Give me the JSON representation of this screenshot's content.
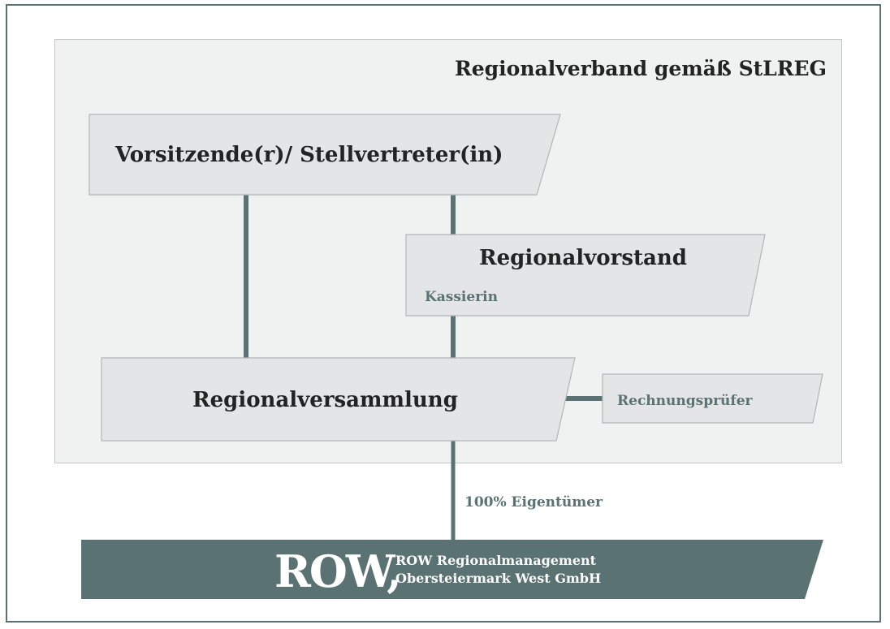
{
  "diagram": {
    "region_title": "Regionalverband gemäß StLREG",
    "nodes": {
      "vorsitzende": "Vorsitzende(r)/ Stellvertreter(in)",
      "vorstand": "Regionalvorstand",
      "kassierin": "Kassierin",
      "versammlung": "Regionalversammlung",
      "pruefer": "Rechnungsprüfer"
    },
    "ownership_label": "100% Eigentümer",
    "company": {
      "logo_text": "ROW,",
      "name_line1": "ROW Regionalmanagement",
      "name_line2": "Obersteiermark West GmbH"
    },
    "colors": {
      "accent": "#5b7273",
      "box_fill": "#e4e5e6",
      "box_stroke": "#b2b5b6",
      "region_fill": "#f0f1f1",
      "text_dark": "#232323"
    }
  }
}
